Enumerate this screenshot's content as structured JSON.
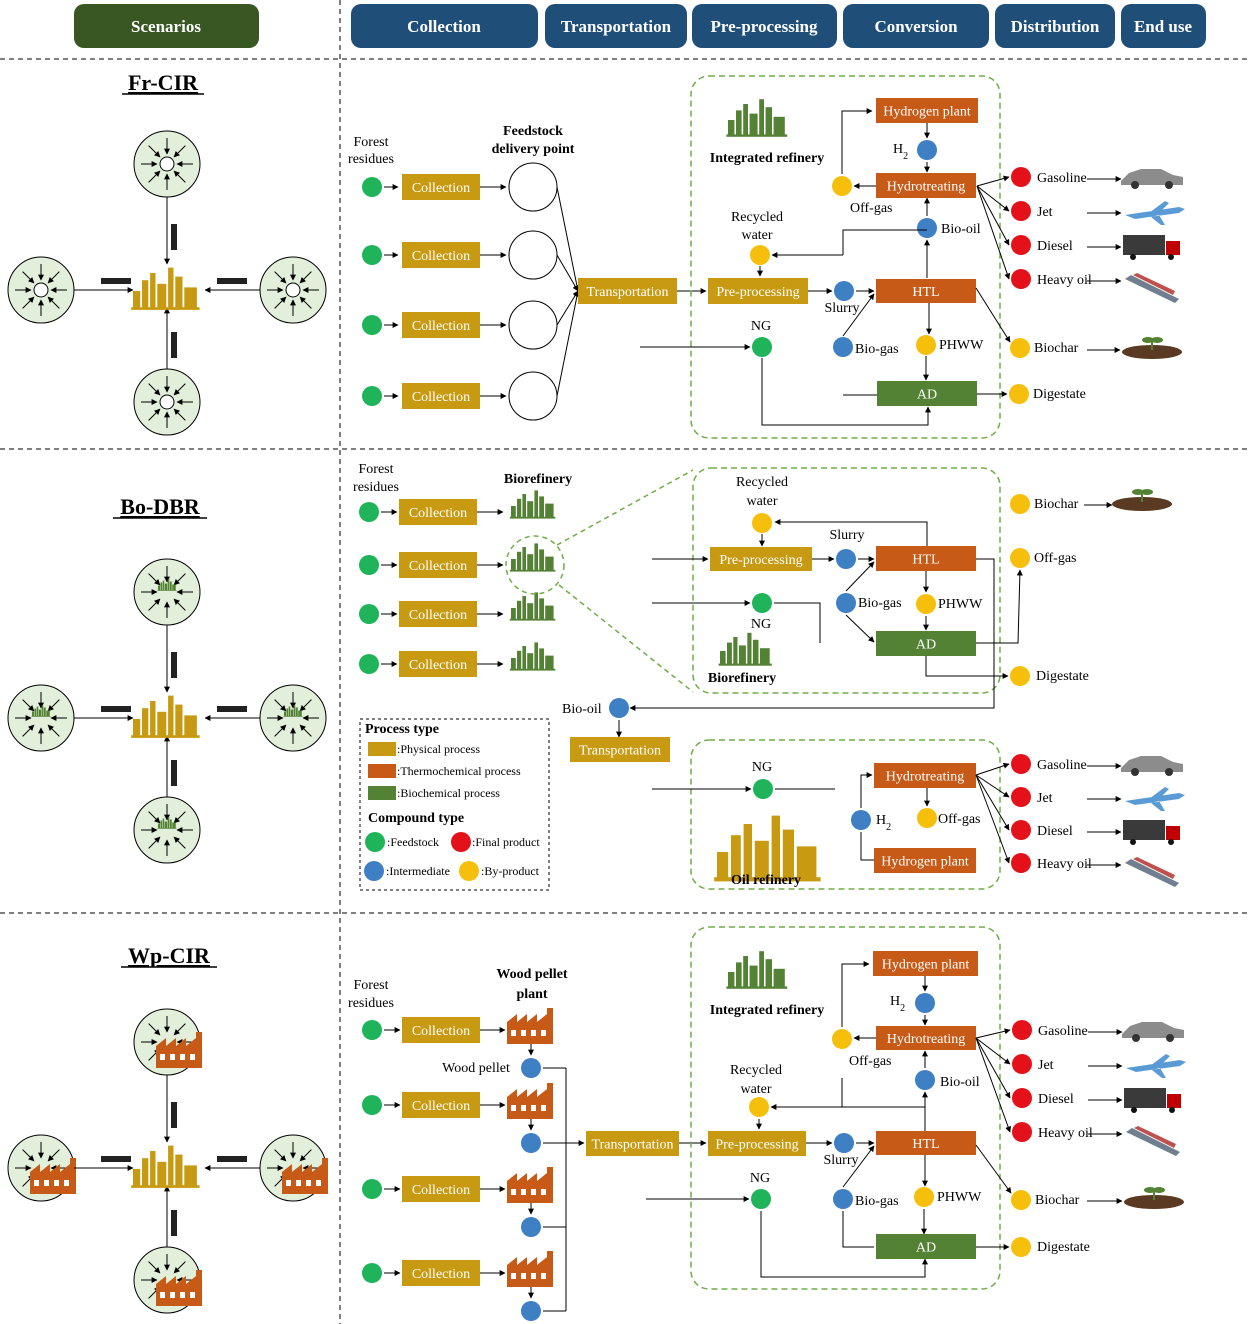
{
  "header": {
    "scenarios": "Scenarios",
    "stages": [
      "Collection",
      "Transportation",
      "Pre-processing",
      "Conversion",
      "Distribution",
      "End use"
    ]
  },
  "colors": {
    "physical": "#c79a12",
    "thermochemical": "#c85a17",
    "biochemical": "#548235",
    "feedstock": "#1fb35a",
    "final": "#e5111a",
    "intermediate": "#3f7fc4",
    "byproduct": "#f6bf0c",
    "header_blue": "#1f4e79",
    "header_green": "#385723"
  },
  "scenarios": [
    "Fr-CIR",
    "Bo-DBR",
    "Wp-CIR"
  ],
  "labels": {
    "forest_residues": [
      "Forest",
      "residues"
    ],
    "feedstock_delivery": [
      "Feedstock",
      "delivery point"
    ],
    "collection": "Collection",
    "transportation": "Transportation",
    "pre_processing": "Pre-processing",
    "htl": "HTL",
    "ad": "AD",
    "hydrotreating": "Hydrotreating",
    "hydrogen_plant": "Hydrogen plant",
    "integrated_refinery": "Integrated refinery",
    "recycled_water": [
      "Recycled",
      "water"
    ],
    "ng": "NG",
    "h2": "H",
    "h2_sub": "2",
    "off_gas": "Off-gas",
    "bio_oil": "Bio-oil",
    "slurry": "Slurry",
    "bio_gas": "Bio-gas",
    "phww": "PHWW",
    "gasoline": "Gasoline",
    "jet": "Jet",
    "diesel": "Diesel",
    "heavy_oil": "Heavy oil",
    "biochar": "Biochar",
    "digestate": "Digestate",
    "biorefinery": "Biorefinery",
    "oil_refinery": "Oil refinery",
    "wood_pellet_plant": [
      "Wood pellet",
      "plant"
    ],
    "wood_pellet": "Wood pellet"
  },
  "legend": {
    "process_type": "Process type",
    "physical": ":Physical process",
    "thermochemical": ":Thermochemical process",
    "biochemical": ":Biochemical process",
    "compound_type": "Compound type",
    "feedstock": ":Feedstock",
    "final": ":Final product",
    "intermediate": ":Intermediate",
    "byproduct": ":By-product"
  }
}
